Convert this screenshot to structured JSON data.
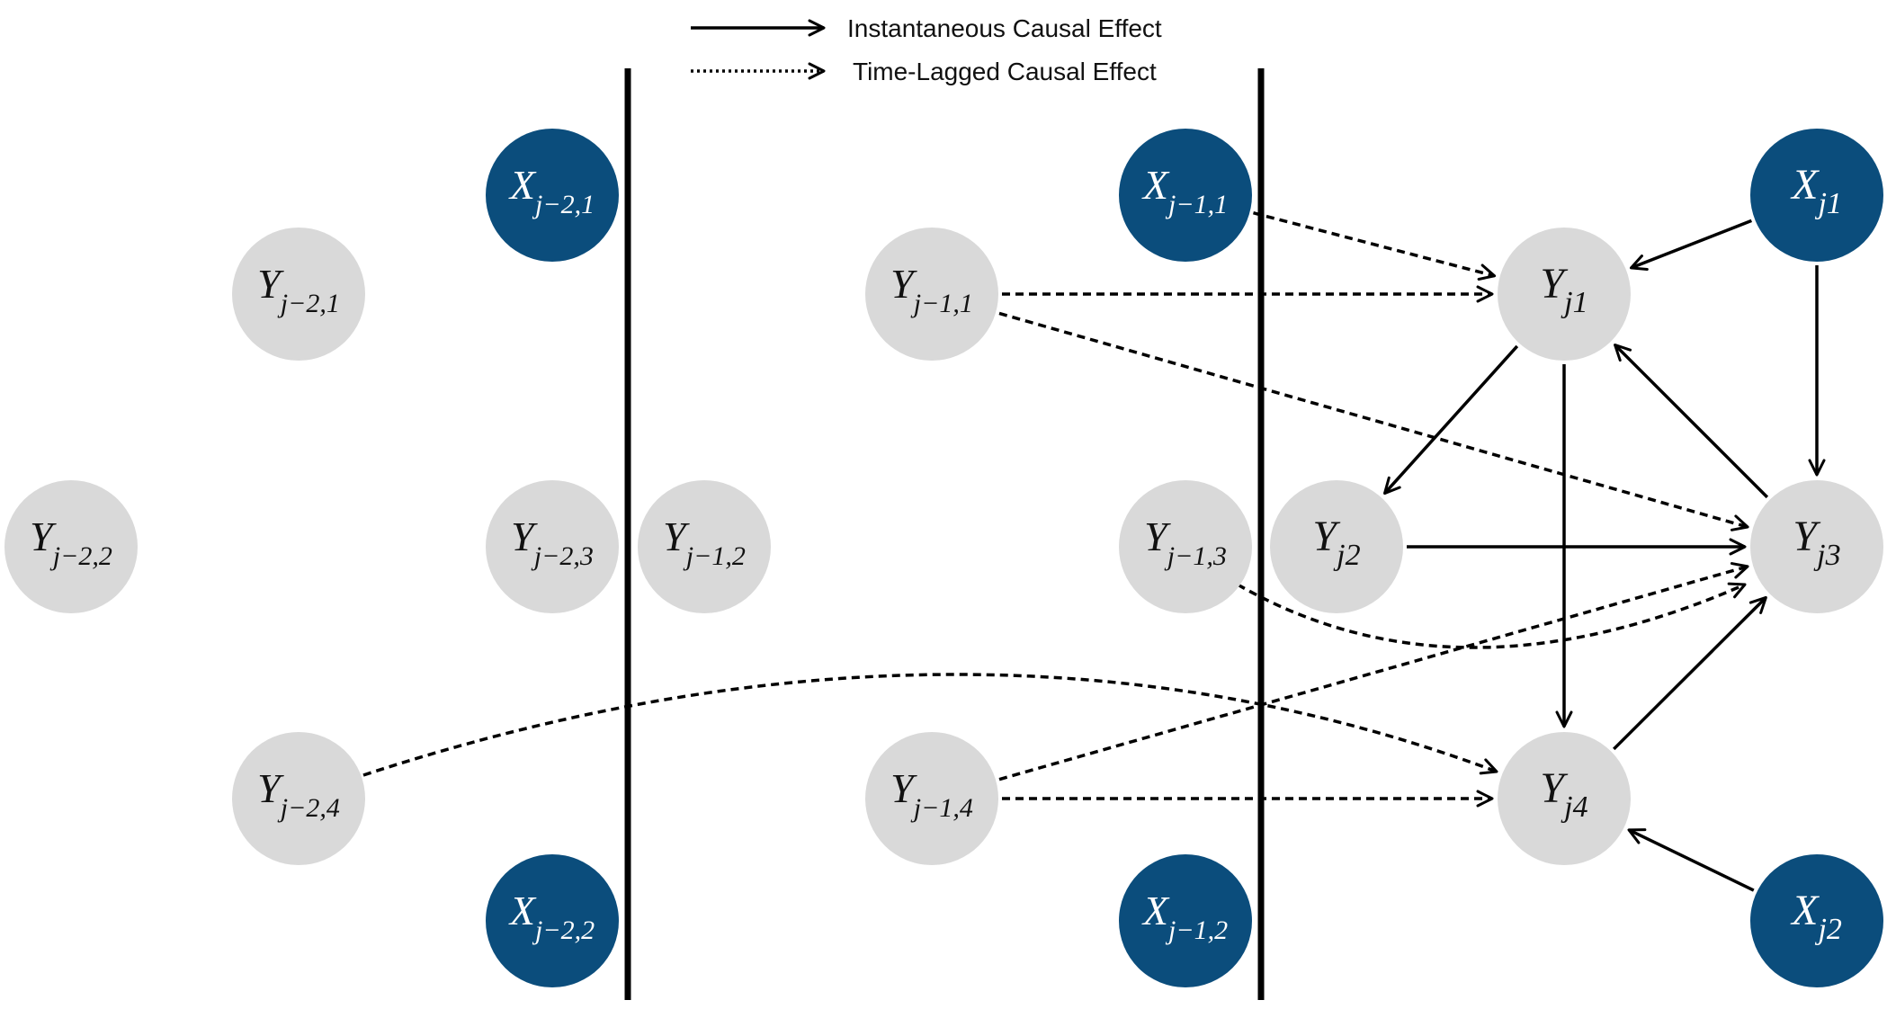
{
  "colors": {
    "observed_node": "#d9d9d9",
    "exogenous_node": "#0b4d7c",
    "observed_text": "#111111",
    "exogenous_text": "#ffffff",
    "edge": "#000000"
  },
  "legend": {
    "instantaneous": "Instantaneous Causal Effect",
    "time_lagged": "Time-Lagged Causal Effect"
  },
  "nodes": [
    {
      "id": "Xj21",
      "kind": "exogenous",
      "base": "X",
      "sub": "j−2,1"
    },
    {
      "id": "Xj22",
      "kind": "exogenous",
      "base": "X",
      "sub": "j−2,2"
    },
    {
      "id": "Yj21",
      "kind": "observed",
      "base": "Y",
      "sub": "j−2,1"
    },
    {
      "id": "Yj22",
      "kind": "observed",
      "base": "Y",
      "sub": "j−2,2"
    },
    {
      "id": "Yj23",
      "kind": "observed",
      "base": "Y",
      "sub": "j−2,3"
    },
    {
      "id": "Yj24",
      "kind": "observed",
      "base": "Y",
      "sub": "j−2,4"
    },
    {
      "id": "Xj11",
      "kind": "exogenous",
      "base": "X",
      "sub": "j−1,1"
    },
    {
      "id": "Xj12",
      "kind": "exogenous",
      "base": "X",
      "sub": "j−1,2"
    },
    {
      "id": "Yj11",
      "kind": "observed",
      "base": "Y",
      "sub": "j−1,1"
    },
    {
      "id": "Yj12",
      "kind": "observed",
      "base": "Y",
      "sub": "j−1,2"
    },
    {
      "id": "Yj13",
      "kind": "observed",
      "base": "Y",
      "sub": "j−1,3"
    },
    {
      "id": "Yj14",
      "kind": "observed",
      "base": "Y",
      "sub": "j−1,4"
    },
    {
      "id": "Xj1",
      "kind": "exogenous",
      "base": "X",
      "sub": "j1"
    },
    {
      "id": "Xj2",
      "kind": "exogenous",
      "base": "X",
      "sub": "j2"
    },
    {
      "id": "Yj1",
      "kind": "observed",
      "base": "Y",
      "sub": "j1"
    },
    {
      "id": "Yj2",
      "kind": "observed",
      "base": "Y",
      "sub": "j2"
    },
    {
      "id": "Yj3",
      "kind": "observed",
      "base": "Y",
      "sub": "j3"
    },
    {
      "id": "Yj4",
      "kind": "observed",
      "base": "Y",
      "sub": "j4"
    }
  ],
  "edges": [
    {
      "from": "Xj1",
      "to": "Yj1",
      "type": "instantaneous"
    },
    {
      "from": "Xj1",
      "to": "Yj3",
      "type": "instantaneous"
    },
    {
      "from": "Yj1",
      "to": "Yj2",
      "type": "instantaneous"
    },
    {
      "from": "Yj1",
      "to": "Yj4",
      "type": "instantaneous"
    },
    {
      "from": "Yj3",
      "to": "Yj1",
      "type": "instantaneous"
    },
    {
      "from": "Yj2",
      "to": "Yj3",
      "type": "instantaneous"
    },
    {
      "from": "Yj4",
      "to": "Yj3",
      "type": "instantaneous"
    },
    {
      "from": "Xj2",
      "to": "Yj4",
      "type": "instantaneous"
    },
    {
      "from": "Xj11",
      "to": "Yj1",
      "type": "time_lagged"
    },
    {
      "from": "Yj11",
      "to": "Yj1",
      "type": "time_lagged"
    },
    {
      "from": "Yj11",
      "to": "Yj3",
      "type": "time_lagged"
    },
    {
      "from": "Yj13",
      "to": "Yj3",
      "type": "time_lagged"
    },
    {
      "from": "Yj14",
      "to": "Yj3",
      "type": "time_lagged"
    },
    {
      "from": "Yj14",
      "to": "Yj4",
      "type": "time_lagged"
    },
    {
      "from": "Yj24",
      "to": "Yj4",
      "type": "time_lagged"
    }
  ]
}
